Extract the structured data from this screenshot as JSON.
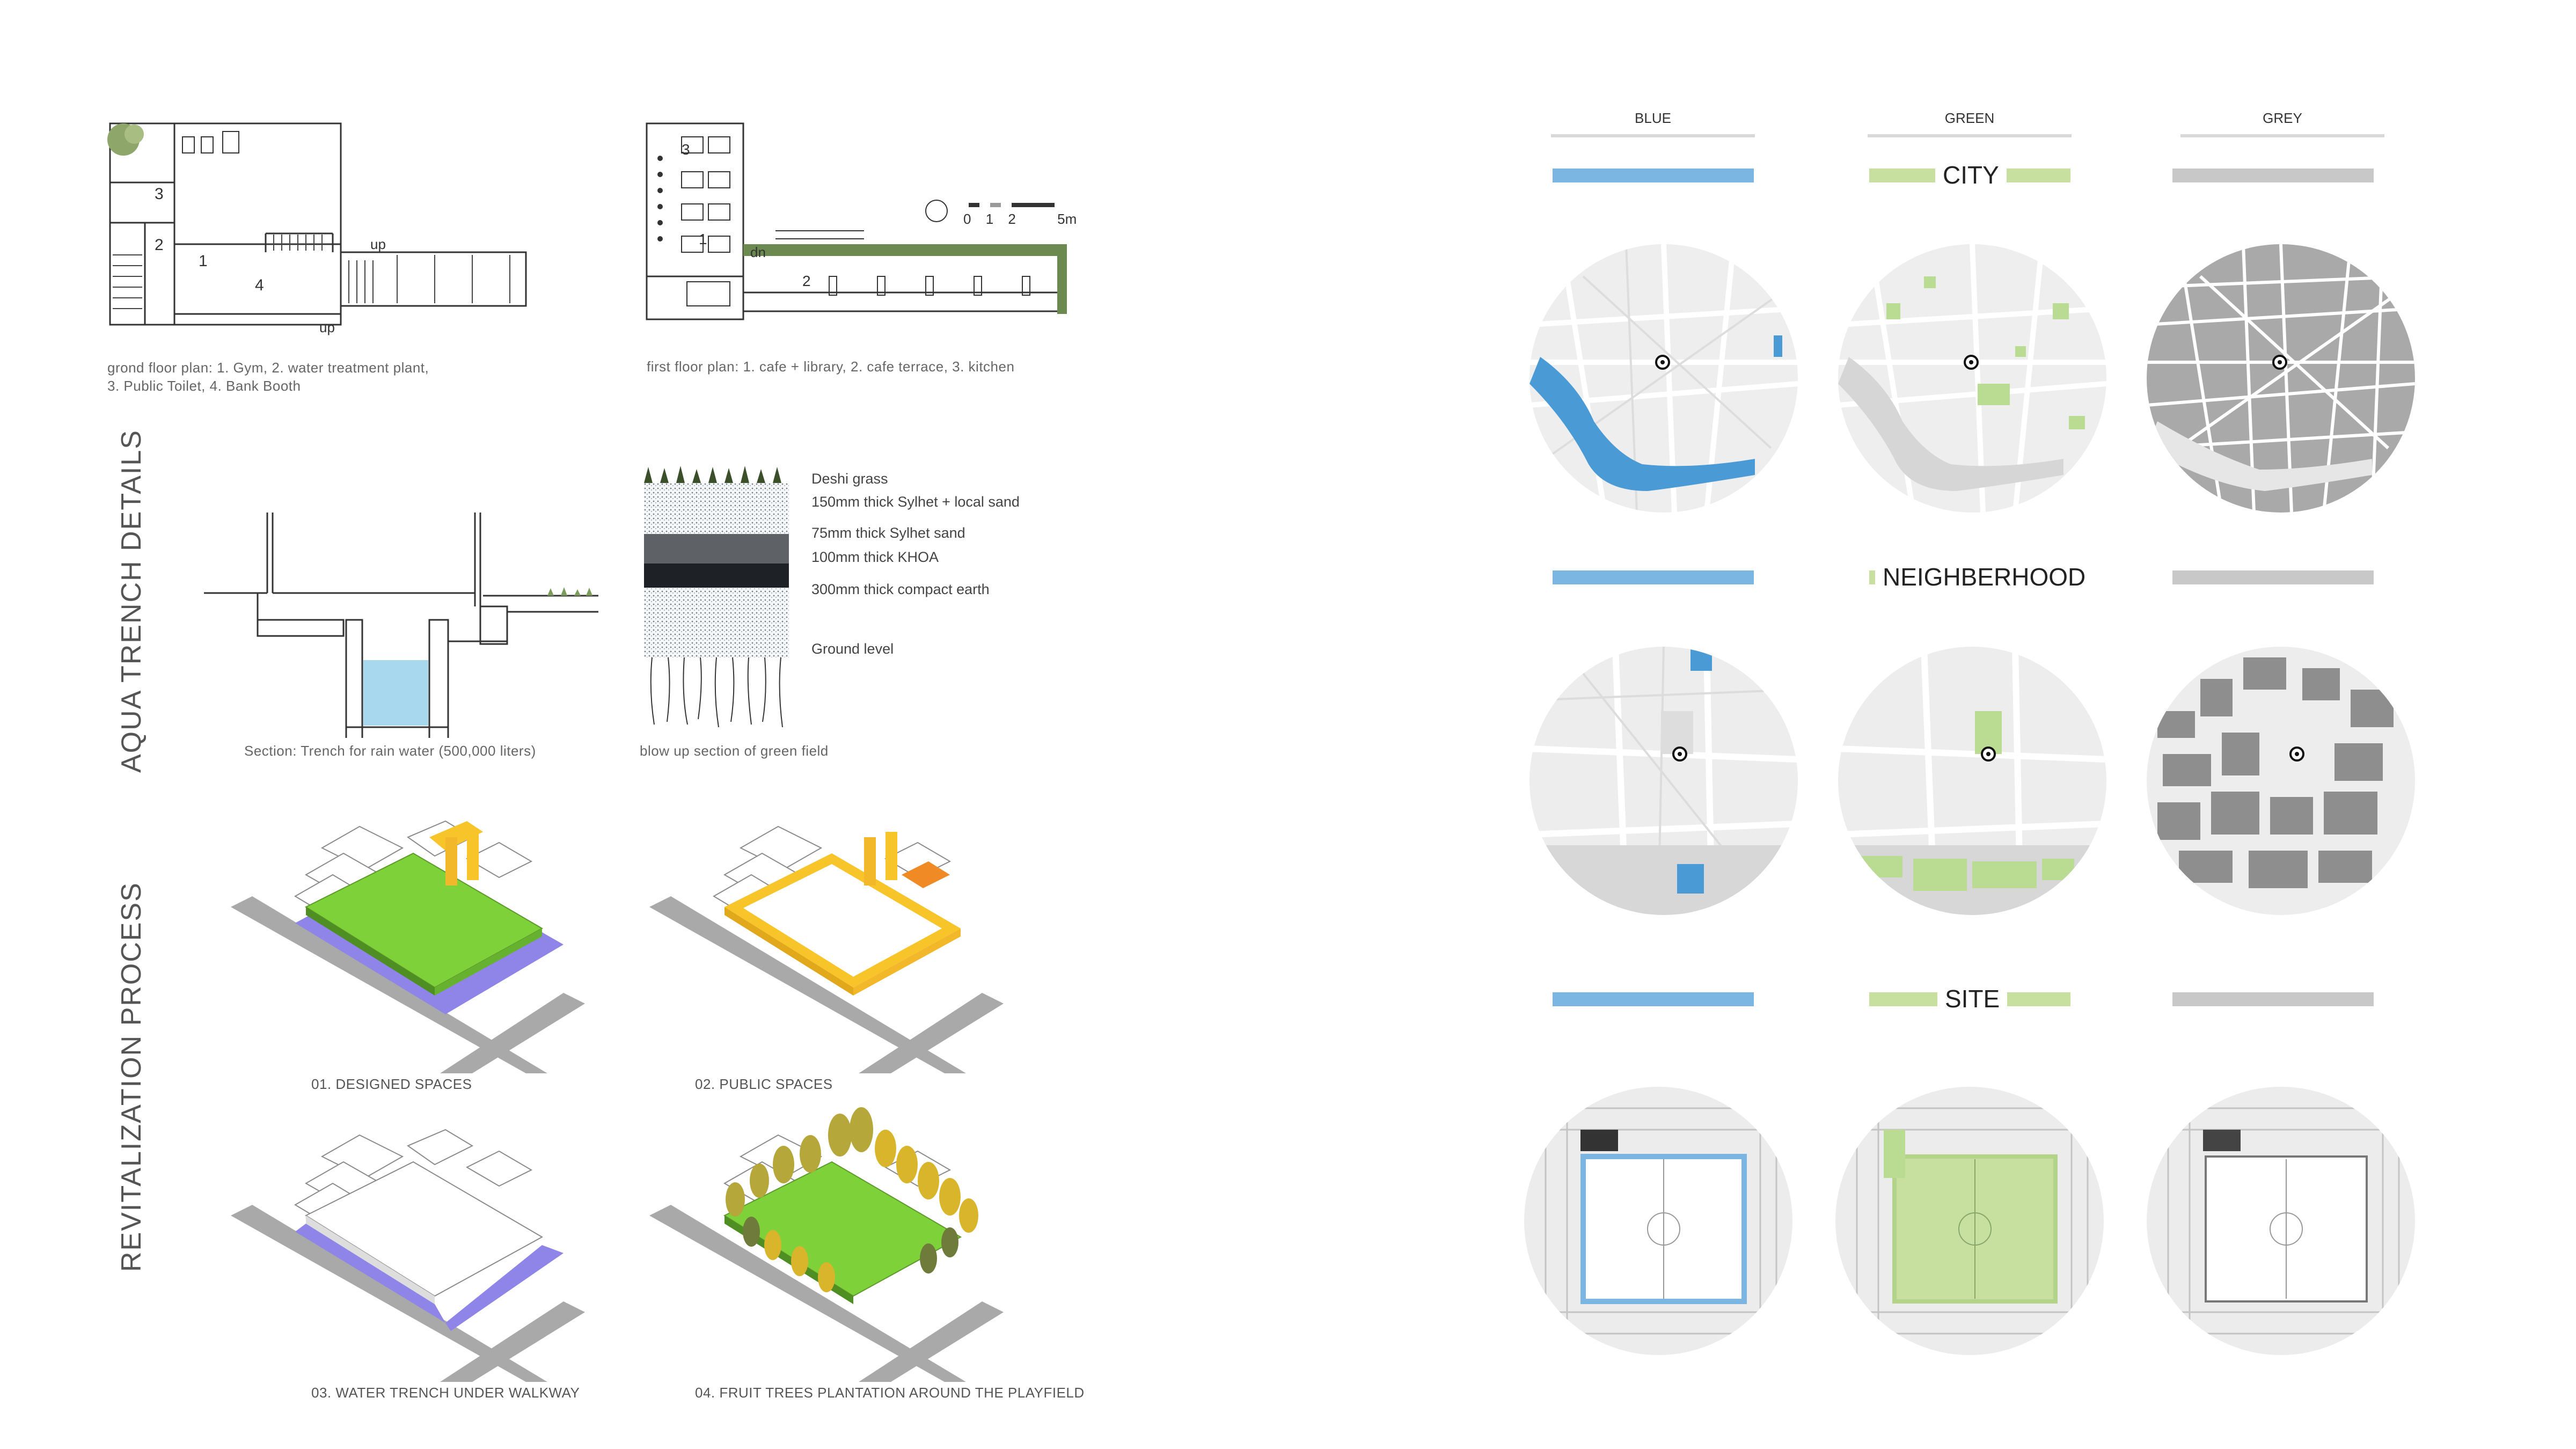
{
  "plans": {
    "ground_caption_line1": "grond floor plan: 1. Gym, 2. water treatment plant,",
    "ground_caption_line2": "3. Public Toilet, 4. Bank Booth",
    "first_caption": "first floor plan: 1. cafe + library, 2. cafe terrace, 3. kitchen",
    "ground_labels": [
      "1",
      "2",
      "3",
      "4",
      "up",
      "up"
    ],
    "first_labels": [
      "1",
      "2",
      "3",
      "dn"
    ],
    "scale_labels": [
      "0",
      "1",
      "2",
      "5",
      "m"
    ]
  },
  "aqua": {
    "title": "AQUA TRENCH  DETAILS",
    "section_caption": "Section: Trench for rain water (500,000 liters)",
    "blowup_caption": "blow up section of green field",
    "layers": [
      "Deshi grass",
      "150mm thick Sylhet + local sand",
      "75mm thick Sylhet sand",
      "100mm thick KHOA",
      "300mm thick compact earth",
      "Ground level"
    ]
  },
  "revitalization": {
    "title": "REVITALIZATION PROCESS",
    "steps": [
      "01. DESIGNED SPACES",
      "02. PUBLIC SPACES",
      "03. WATER TRENCH UNDER WALKWAY",
      "04. FRUIT TREES PLANTATION AROUND THE PLAYFIELD"
    ]
  },
  "matrix": {
    "columns": [
      "BLUE",
      "GREEN",
      "GREY"
    ],
    "scales": [
      "CITY",
      "NEIGHBERHOOD",
      "SITE"
    ]
  },
  "colors": {
    "blue": "#7bb6e3",
    "green": "#c7e0a0",
    "grey": "#c8c8c8",
    "playfield": "#7fd13a",
    "trench": "#8f84e8",
    "public": "#f7c52a"
  }
}
